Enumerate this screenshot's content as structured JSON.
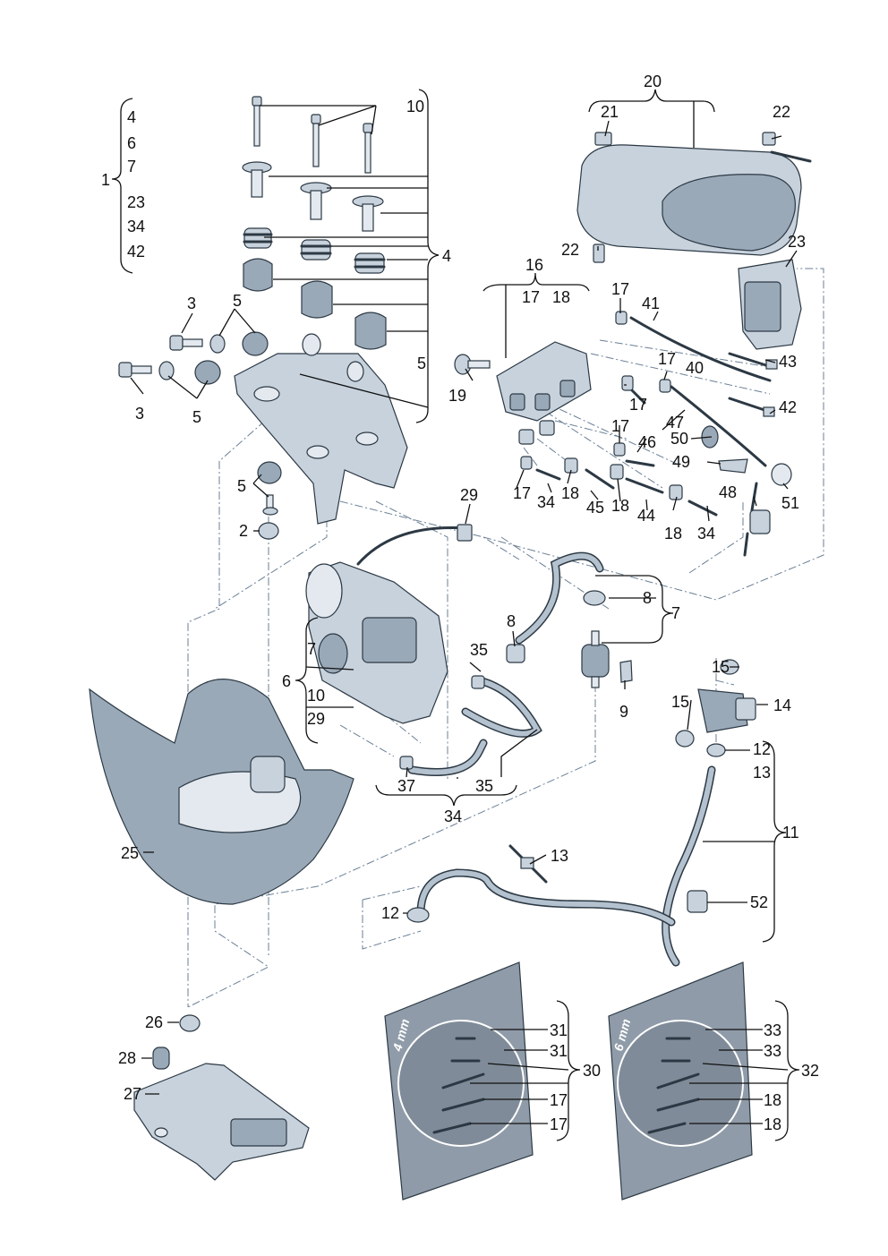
{
  "callouts": {
    "c1": "1",
    "c1_4": "4",
    "c1_6": "6",
    "c1_7": "7",
    "c1_23": "23",
    "c1_34": "34",
    "c1_42": "42",
    "c10": "10",
    "c4": "4",
    "c5_right": "5",
    "c3_top": "3",
    "c5_top": "5",
    "c3_bot": "3",
    "c5_bot": "5",
    "c5_stack": "5",
    "c2": "2",
    "c20": "20",
    "c21": "21",
    "c22_top": "22",
    "c22_bot": "22",
    "c23": "23",
    "c16": "16",
    "c17_group": "17",
    "c18_group": "18",
    "c17_a": "17",
    "c41": "41",
    "c43": "43",
    "c19": "19",
    "c17_b": "17",
    "c40": "40",
    "c17_c": "17",
    "c47": "47",
    "c42": "42",
    "c17_d": "17",
    "c46": "46",
    "c50": "50",
    "c49": "49",
    "c17_e": "17",
    "c18_a": "18",
    "c34_a": "34",
    "c45": "45",
    "c18_b": "18",
    "c44": "44",
    "c18_c": "18",
    "c34_b": "34",
    "c48": "48",
    "c51": "51",
    "c29_top": "29",
    "c8_top": "8",
    "c8_right": "8",
    "c7_right": "7",
    "c35_a": "35",
    "c9": "9",
    "c7_left": "7",
    "c6": "6",
    "c10_left": "10",
    "c29_left": "29",
    "c15_a": "15",
    "c15_b": "15",
    "c14": "14",
    "c12_a": "12",
    "c13_a": "13",
    "c11": "11",
    "c37": "37",
    "c35_b": "35",
    "c34_c": "34",
    "c25": "25",
    "c13_b": "13",
    "c12_b": "12",
    "c52": "52",
    "c26": "26",
    "c28": "28",
    "c27": "27",
    "c31_a": "31",
    "c31_b": "31",
    "c30": "30",
    "c17_f": "17",
    "c17_g": "17",
    "c33_a": "33",
    "c33_b": "33",
    "c32": "32",
    "c18_d": "18",
    "c18_e": "18"
  },
  "bags": {
    "left_size": "4 mm",
    "right_size": "6 mm"
  },
  "colors": {
    "part_fill": "#c7d2dd",
    "part_stroke": "#2c3944",
    "dash_line": "#6a7f95"
  }
}
